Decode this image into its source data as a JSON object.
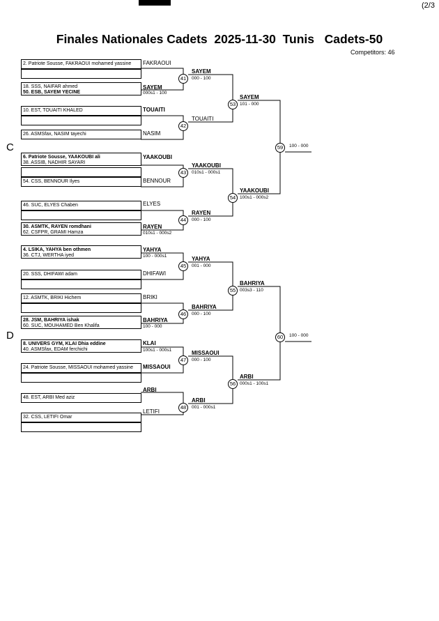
{
  "header": {
    "page_indicator": "(2/3",
    "title": "Finales Nationales Cadets  2025-11-30  Tunis   Cadets-50",
    "competitors": "Competitors: 46"
  },
  "sections": {
    "top": "C",
    "bottom": "D"
  },
  "entries": [
    {
      "line1": "2. Patriote Sousse, FAKRAOUI mohamed yassine",
      "label": "FAKRAOUI"
    },
    {
      "line1": "18. SSS, NAIFAR ahmed",
      "line2": "50. ESB, SAYEM YECINE",
      "label": "SAYEM",
      "score": "000s1 - 100"
    },
    {
      "line1": "10. EST, TOUAITI KHALED",
      "label": "TOUAITI"
    },
    {
      "line1": "26. ASMSfax, NASIM tayechi",
      "label": "NASIM"
    },
    {
      "line1": "6. Patriote Sousse, YAAKOUBI ali",
      "line2": "38. ASSIB, NADHIR SAYARI",
      "label": "YAAKOUBI"
    },
    {
      "line1": "54. CSS, BENNOUR Ilyes",
      "label": "BENNOUR"
    },
    {
      "line1": "46. SUC, ELYES Chaben",
      "label": "ELYES"
    },
    {
      "line1": "30. ASMTK, RAYEN romdhani",
      "line2": "62. CSFPR, GRAMI Hamza",
      "label": "RAYEN",
      "score": "010s1 - 000s2"
    },
    {
      "line1": "4. LSIKA, YAHYA ben othmen",
      "line2": "36. CTJ, WERTHA iyed",
      "label": "YAHYA",
      "score": "100 - 000s1"
    },
    {
      "line1": "20. SSS, DHIFAWI adam",
      "label": "DHIFAWI"
    },
    {
      "line1": "12. ASMTK, BRIKI Hichem",
      "label": "BRIKI"
    },
    {
      "line1": "28. JSM, BAHRIYA ishak",
      "line2": "60. SUC, MOUHAMED Ben Khalifa",
      "label": "BAHRIYA",
      "score": "100 - 000"
    },
    {
      "line1": "8. UNIVERS GYM, KLAI Dhia eddine",
      "line2": "40. ASMSfax, EDAM ferchichi",
      "label": "KLAI",
      "score": "100s1 - 000s1"
    },
    {
      "line1": "24. Patriote Sousse, MISSAOUI mohamed yassine",
      "label": "MISSAOUI"
    },
    {
      "line1": "48. EST, ARBI Med aziz",
      "label": "ARBI"
    },
    {
      "line1": "32. CSS, LETIFI Omar",
      "label": "LETIFI"
    }
  ],
  "round2": [
    {
      "num": "41",
      "name": "SAYEM",
      "score": "000 - 100"
    },
    {
      "num": "42",
      "name": "TOUAITI"
    },
    {
      "num": "43",
      "name": "YAAKOUBI",
      "score": "010s1 - 000s1"
    },
    {
      "num": "44",
      "name": "RAYEN",
      "score": "000 - 100"
    },
    {
      "num": "45",
      "name": "YAHYA",
      "score": "001 - 000"
    },
    {
      "num": "46",
      "name": "BAHRIYA",
      "score": "000 - 100"
    },
    {
      "num": "47",
      "name": "MISSAOUI",
      "score": "000 - 100"
    },
    {
      "num": "48",
      "name": "ARBI",
      "score": "001 - 000s1"
    }
  ],
  "round3": [
    {
      "num": "53",
      "name": "SAYEM",
      "score": "101 - 000"
    },
    {
      "num": "54",
      "name": "YAAKOUBI",
      "score": "100s1 - 000s2"
    },
    {
      "num": "55",
      "name": "BAHRIYA",
      "score": "003s3 - 110"
    },
    {
      "num": "56",
      "name": "ARBI",
      "score": "000s1 - 100s1"
    }
  ],
  "round4": [
    {
      "num": "59",
      "score": "100 - 000"
    },
    {
      "num": "60",
      "score": "100 - 000"
    }
  ]
}
